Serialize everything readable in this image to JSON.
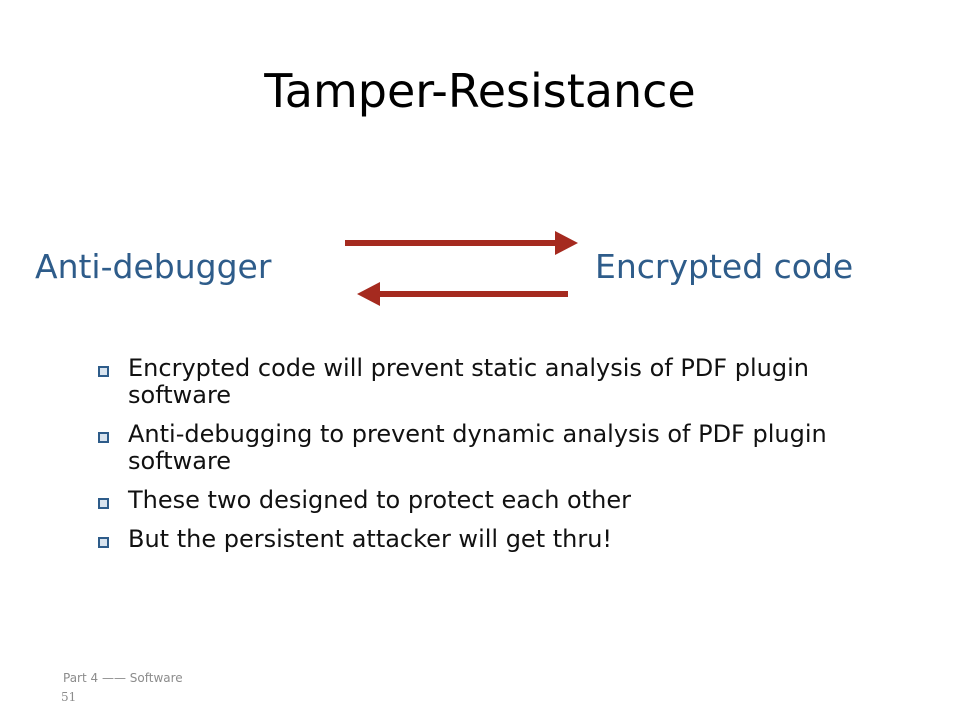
{
  "slide": {
    "title": "Tamper-Resistance",
    "left_term": "Anti-debugger",
    "right_term": "Encrypted code",
    "bullets": [
      {
        "text": "Encrypted code will prevent static analysis of PDF plugin software"
      },
      {
        "text": "Anti-debugging to prevent dynamic analysis of PDF plugin software"
      },
      {
        "text": "These two designed to protect each other"
      },
      {
        "text": "But the persistent attacker will get thru!"
      }
    ],
    "footer_label": "Part 4 —— Software",
    "slide_number": "51"
  },
  "colors": {
    "title": "#000000",
    "term": "#2e5c8a",
    "arrow": "#a52a1f",
    "bullet_marker": "#2e5c8a",
    "footer": "#8c8c8c"
  },
  "icons": {
    "arrow_right": "right-arrow-icon",
    "arrow_left": "left-arrow-icon",
    "bullet": "square-bullet-icon"
  }
}
